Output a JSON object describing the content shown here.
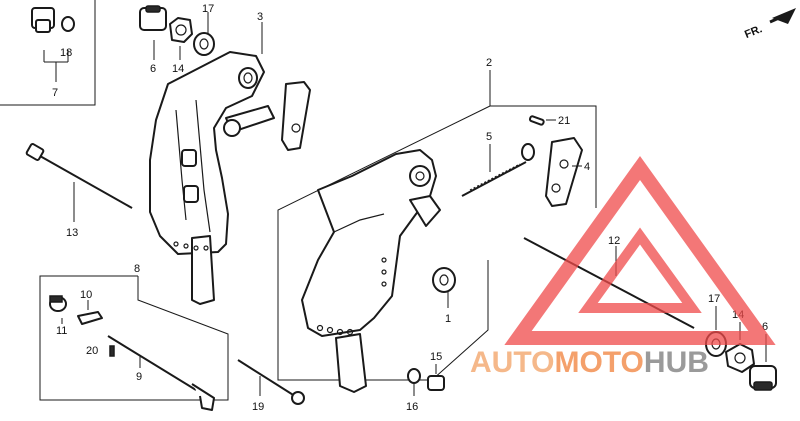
{
  "diagram": {
    "callouts": [
      {
        "id": "c18",
        "text": "18"
      },
      {
        "id": "c7",
        "text": "7"
      },
      {
        "id": "c6a",
        "text": "6"
      },
      {
        "id": "c14a",
        "text": "14"
      },
      {
        "id": "c17a",
        "text": "17"
      },
      {
        "id": "c3",
        "text": "3"
      },
      {
        "id": "c2",
        "text": "2"
      },
      {
        "id": "c21",
        "text": "21"
      },
      {
        "id": "c5",
        "text": "5"
      },
      {
        "id": "c4",
        "text": "4"
      },
      {
        "id": "c13",
        "text": "13"
      },
      {
        "id": "c12",
        "text": "12"
      },
      {
        "id": "c8",
        "text": "8"
      },
      {
        "id": "c10",
        "text": "10"
      },
      {
        "id": "c11",
        "text": "11"
      },
      {
        "id": "c20",
        "text": "20"
      },
      {
        "id": "c9",
        "text": "9"
      },
      {
        "id": "c19",
        "text": "19"
      },
      {
        "id": "c1",
        "text": "1"
      },
      {
        "id": "c15",
        "text": "15"
      },
      {
        "id": "c16",
        "text": "16"
      },
      {
        "id": "c17b",
        "text": "17"
      },
      {
        "id": "c14b",
        "text": "14"
      },
      {
        "id": "c6b",
        "text": "6"
      }
    ],
    "direction_label": "FR.",
    "watermark": {
      "part1": "AUTO",
      "part2": "MOTO",
      "part3": "HUB",
      "color1": "#f5b88a",
      "color2": "#f4a06b",
      "color3": "#9a9a9a",
      "logo_color": "#ef4a4a"
    }
  }
}
